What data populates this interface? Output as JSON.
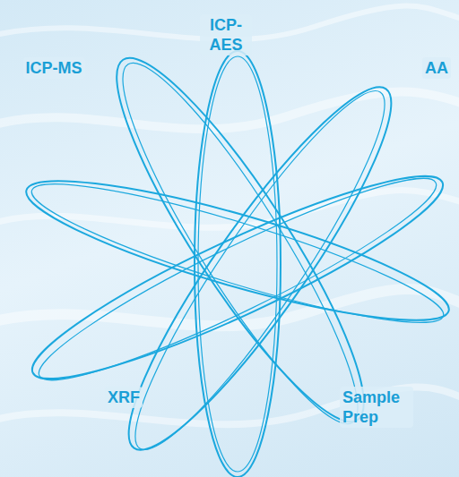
{
  "diagram": {
    "labels": [
      "ICP- AES",
      "ICP-MS",
      "AA",
      "XRF",
      "Sample Prep"
    ]
  }
}
